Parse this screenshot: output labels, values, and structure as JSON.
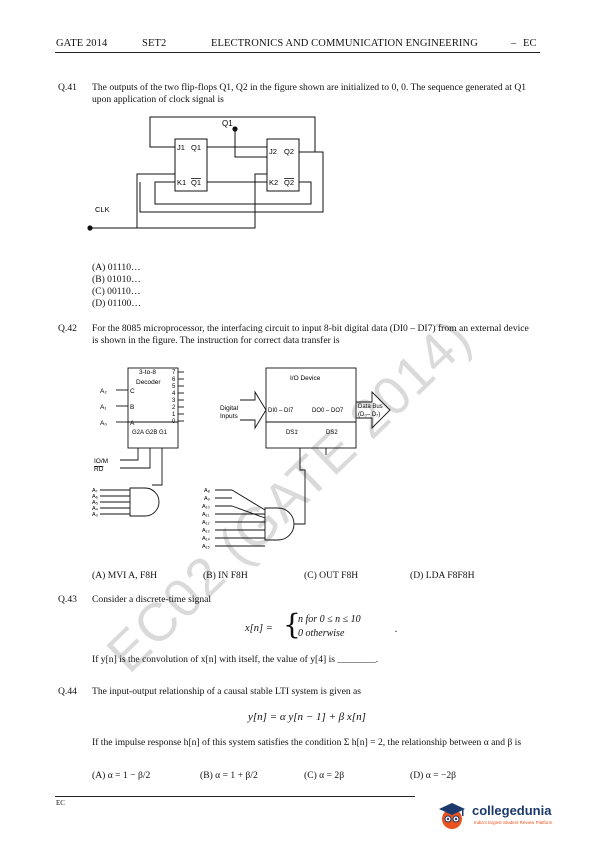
{
  "header": {
    "exam": "GATE 2014",
    "set": "SET2",
    "subject": "ELECTRONICS AND COMMUNICATION ENGINEERING",
    "code": "EC"
  },
  "q41": {
    "num": "Q.41",
    "text": "The outputs of the two flip-flops Q1, Q2 in the figure shown are initialized to 0, 0. The sequence generated at Q1 upon application of clock signal is",
    "fig": {
      "q1": "Q1",
      "j1": "J1",
      "q1out": "Q1",
      "k1": "K1",
      "q1bar": "Q1",
      "j2": "J2",
      "q2out": "Q2",
      "k2": "K2",
      "q2bar": "Q2",
      "clk": "CLK"
    },
    "options": [
      "(A)  01110…",
      "(B)  01010…",
      "(C)  00110…",
      "(D)  01100…"
    ]
  },
  "q42": {
    "num": "Q.42",
    "text": "For the 8085 microprocessor, the interfacing circuit to input 8-bit digital data (DI0 – DI7) from an external device is shown in the figure. The instruction for correct data transfer is",
    "fig": {
      "decoder": "3-to-8\nDecoder",
      "c": "C",
      "b": "B",
      "a": "A",
      "a2": "A2",
      "a1": "A1",
      "a0": "A0",
      "outs": [
        "7",
        "6",
        "5",
        "4",
        "3",
        "2",
        "1",
        "0"
      ],
      "enables": "G2A G2B G1",
      "iom": "IO/M",
      "rd": "RD",
      "io_device": "I/O Device",
      "digital_inputs": "Digital\nInputs",
      "di": "DI0 – DI7",
      "do": "DO0 – DO7",
      "data_bus": "Data Bus\n(D0 – D7)",
      "ds1": "DS1",
      "ds2": "DS2",
      "left_and_inputs": [
        "A3",
        "A4",
        "A5",
        "A6",
        "A7"
      ],
      "right_inputs": [
        "A8",
        "A9",
        "A10",
        "A11",
        "A12",
        "A13",
        "A14",
        "A15"
      ]
    },
    "options": [
      "(A)  MVI A, F8H",
      "(B)  IN F8H",
      "(C)  OUT F8H",
      "(D)  LDA F8F8H"
    ]
  },
  "q43": {
    "num": "Q.43",
    "text": "Consider a discrete-time signal",
    "eq_lhs": "x[n] =",
    "eq_case1": "n   for  0 ≤ n ≤ 10",
    "eq_case2": "0   otherwise",
    "eq_end": ".",
    "question": "If y[n] is the convolution of x[n] with itself, the value of y[4] is ________."
  },
  "q44": {
    "num": "Q.44",
    "text": "The input-output relationship of a causal stable LTI system is given as",
    "eq": "y[n] = α y[n − 1] + β x[n]",
    "text2": "If the impulse response h[n] of this system satisfies the condition Σ h[n] = 2, the relationship between α and β is",
    "options": [
      "(A)  α = 1 − β/2",
      "(B)  α = 1 + β/2",
      "(C)  α = 2β",
      "(D)  α = −2β"
    ]
  },
  "footer": {
    "code": "EC"
  },
  "watermark": "EC02 (GATE 2014)",
  "logo": {
    "name": "collegedunia",
    "tagline": "India's largest Student Review Platform",
    "color": "#e8531f",
    "accent": "#1b3a6b"
  }
}
